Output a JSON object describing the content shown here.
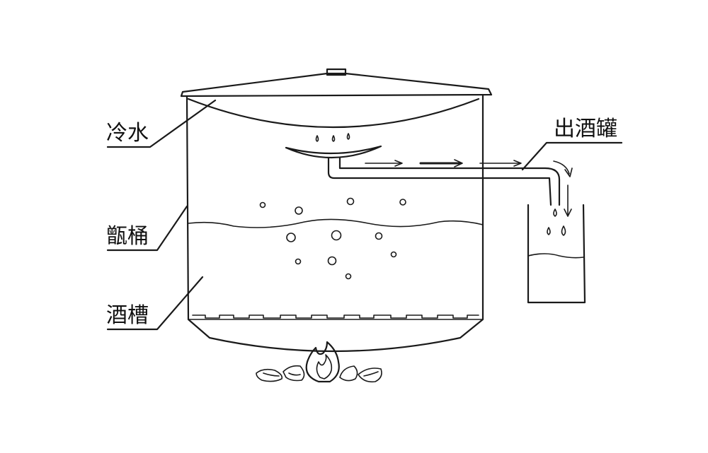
{
  "labels": {
    "cold_water": "冷水",
    "steamer": "甑桶",
    "wine_vat": "酒槽",
    "outlet_jar": "出酒罐"
  }
}
